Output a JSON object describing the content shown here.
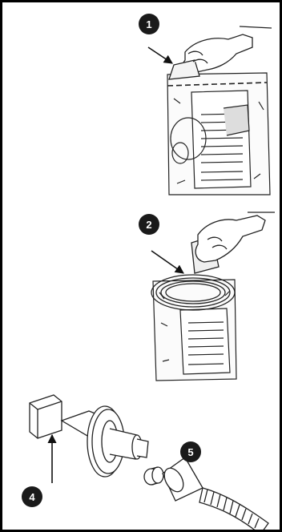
{
  "steps": [
    {
      "number": "1",
      "caption": "open-sealed-bag"
    },
    {
      "number": "2",
      "caption": "remove-tubing-and-filter"
    },
    {
      "number": "4",
      "caption": "filter-cap"
    },
    {
      "number": "5",
      "caption": "hose-connector"
    }
  ],
  "icons": [
    "hand-icon",
    "tube-coil-icon",
    "filter-icon",
    "hose-icon",
    "arrow-icon"
  ],
  "colors": {
    "ink": "#1a1a1a",
    "paper": "#ffffff",
    "frame": "#000000"
  }
}
